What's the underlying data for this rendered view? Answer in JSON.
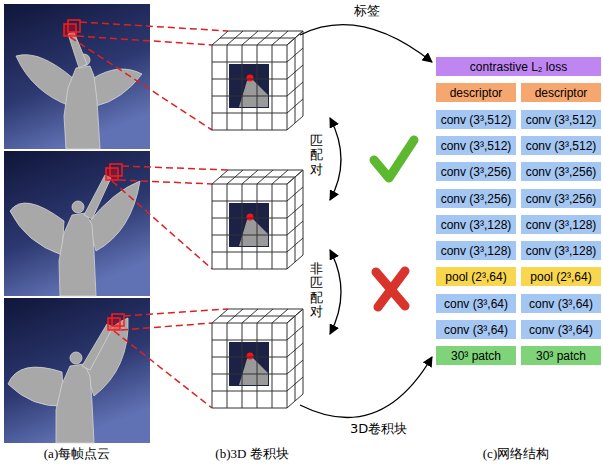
{
  "diagram": {
    "nodes": [
      {
        "text": [
          "contrastive L₂ loss"
        ]
      },
      {
        "text": [
          "descriptor"
        ]
      },
      {
        "text": [
          "descriptor"
        ]
      },
      {
        "text": [
          "conv (3³,512)"
        ]
      },
      {
        "text": [
          "conv (3³,512)"
        ]
      },
      {
        "text": [
          "conv (3³,512)"
        ]
      },
      {
        "text": [
          "conv (3³,512)"
        ]
      },
      {
        "text": [
          "conv (3³,256)"
        ]
      },
      {
        "text": [
          "conv (3³,256)"
        ]
      },
      {
        "text": [
          "conv (3³,256)"
        ]
      },
      {
        "text": [
          "conv (3³,256)"
        ]
      },
      {
        "text": [
          "conv (3³,128)"
        ]
      },
      {
        "text": [
          "conv (3³,128)"
        ]
      },
      {
        "text": [
          "conv (3³,128)"
        ]
      },
      {
        "text": [
          "conv (3³,128)"
        ]
      },
      {
        "text": [
          "pool (2³,64)"
        ]
      },
      {
        "text": [
          "pool (2³,64)"
        ]
      },
      {
        "text": [
          "conv (3³,64)"
        ]
      },
      {
        "text": [
          "conv (3³,64)"
        ]
      },
      {
        "text": [
          "conv (3³,64)"
        ]
      },
      {
        "text": [
          "conv (3³,64)"
        ]
      },
      {
        "text": [
          "30³ patch"
        ]
      },
      {
        "text": [
          "30³ patch"
        ]
      }
    ],
    "labels": [
      "标签",
      "匹配对",
      "非匹配对",
      "3D卷积块",
      "(a)每帧点云",
      "(b)3D 卷积块",
      "(c)网络结构"
    ]
  }
}
